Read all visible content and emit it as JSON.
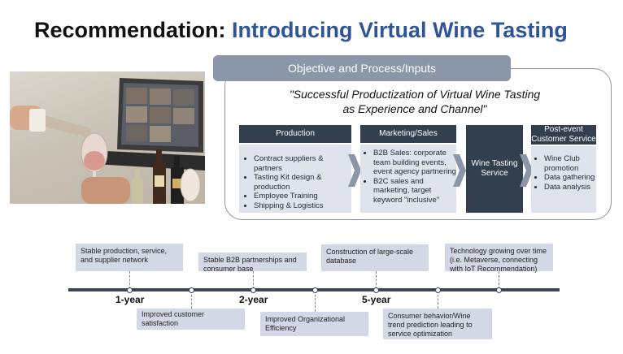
{
  "title": {
    "prefix": "Recommendation:",
    "main": "Introducing Virtual Wine Tasting"
  },
  "objective": {
    "header": "Objective and Process/Inputs",
    "quote_line1": "\"Successful Productization of Virtual Wine Tasting",
    "quote_line2": "as Experience and Channel\""
  },
  "process": {
    "production": {
      "title": "Production",
      "items": [
        "Contract suppliers & partners",
        "Tasting Kit design & production",
        "Employee Training",
        "Shipping & Logistics"
      ]
    },
    "marketing": {
      "title": "Marketing/Sales",
      "items": [
        "B2B Sales: corporate team building events, event agency partnering",
        "B2C sales and marketing, target keyword \"inclusive\""
      ]
    },
    "service": {
      "line1": "Wine Tasting",
      "line2": "Service"
    },
    "post_event": {
      "title_line1": "Post-event",
      "title_line2": "Customer Service",
      "items": [
        "Wine Club promotion",
        "Data gathering",
        "Data analysis"
      ]
    }
  },
  "timeline": {
    "years": [
      "1-year",
      "2-year",
      "5-year"
    ],
    "top_items": [
      "Stable production, service, and supplier network",
      "Stable B2B partnerships and consumer base",
      "Construction of large-scale database",
      "Technology growing over time (i.e. Metaverse, connecting with IoT Recommendation)"
    ],
    "bottom_items": [
      "Improved customer satisfaction",
      "Improved Organizational Efficiency",
      "Consumer behavior/Wine trend prediction leading to service optimization"
    ]
  },
  "colors": {
    "accent": "#2f5597",
    "dark_box": "#323f4f",
    "light_box": "#dfe3ec",
    "header_gray": "#8b96a9"
  },
  "photo": {
    "subject": "virtual-wine-tasting-photo"
  }
}
